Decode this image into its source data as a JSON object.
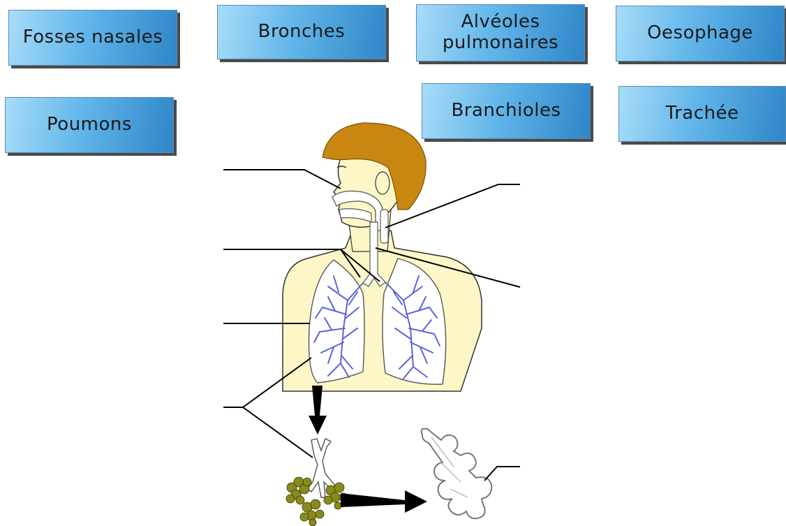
{
  "labels": [
    {
      "id": "fosses-nasales",
      "text": "Fosses nasales"
    },
    {
      "id": "bronches",
      "text": "Bronches"
    },
    {
      "id": "alveoles",
      "text": "Alvéoles\npulmonaires"
    },
    {
      "id": "oesophage",
      "text": "Oesophage"
    },
    {
      "id": "poumons",
      "text": "Poumons"
    },
    {
      "id": "branchioles",
      "text": "Branchioles"
    },
    {
      "id": "trachee",
      "text": "Trachée"
    }
  ],
  "colors": {
    "hair": "#c98712",
    "skin": "#fdf7c8",
    "lung_vessels": "#5a64d6",
    "alveoli_cluster": "#8a8a1c",
    "airway": "#ffffff",
    "line": "#000000"
  }
}
